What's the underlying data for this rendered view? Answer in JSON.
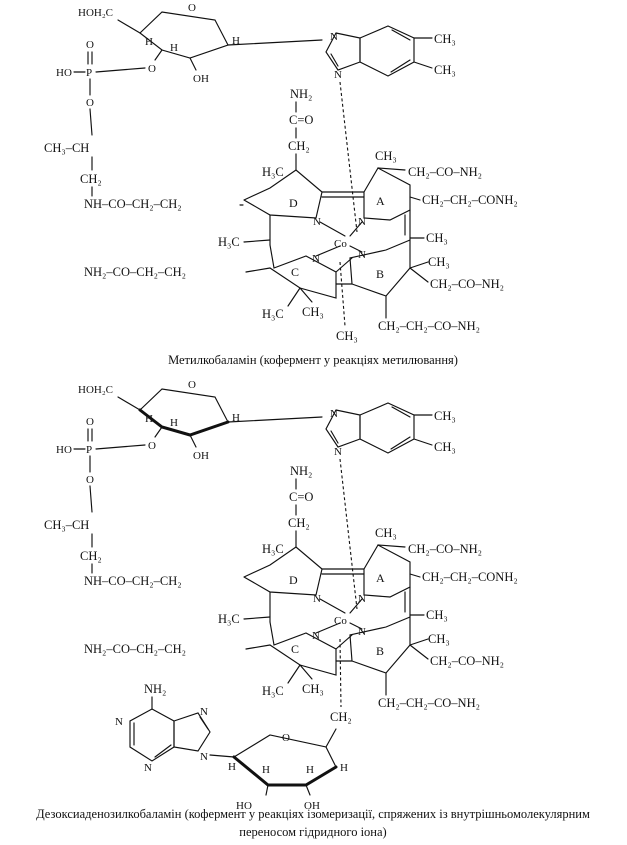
{
  "diagrams": [
    {
      "caption": "Метилкобаламін (кофермент у реакціях метилювання)",
      "sugar": {
        "hoch2": "HOH₂C",
        "h1": "H",
        "h2": "H",
        "h3": "H",
        "oh": "OH",
        "ring_o": "O",
        "link_o": "O"
      },
      "phosphate": {
        "o_top": "O",
        "ho": "HO",
        "p": "P",
        "o_mid": "O"
      },
      "aminopropanol": {
        "ch3ch": "CH₃–CH",
        "ch2": "CH₂",
        "nh_chain": "NH–CO–CH₂–CH₂"
      },
      "benzimidazole": {
        "n_top": "N",
        "n_bottom": "N",
        "ch3_a": "CH₃",
        "ch3_b": "CH₃"
      },
      "corrin": {
        "nh2_top": "NH₂",
        "co_top": "C=O",
        "ch2_top": "CH₂",
        "h3c_d": "H₃C",
        "ring_d": "D",
        "ring_a": "A",
        "ring_b": "B",
        "ring_c": "C",
        "ch3_a_top": "CH₃",
        "a_chain": "CH₂–CO–NH₂",
        "a_chain2": "CH₂–CH₂–CONH₂",
        "h3c_left": "H₃C",
        "ch3_right": "CH₃",
        "co": "Co",
        "n1": "N",
        "n2": "N",
        "n3": "N",
        "n4": "N",
        "c_chain": "NH₂–CO–CH₂–CH₂",
        "ch3_b": "CH₃",
        "b_chain": "CH₂–CO–NH₂",
        "h3c_bottom": "H₃C",
        "ch3_bottom": "CH₃",
        "b_chain2": "CH₂–CH₂–CO–NH₂",
        "axial": "CH₃"
      }
    },
    {
      "caption": "Дезоксиаденозилкобаламін (кофермент у реакціях ізомеризації, спряжених із внутрішньомолекулярним переносом гідридного іона)",
      "caption_line1": "Дезоксиаденозилкобаламін (кофермент у реакціях ізомеризації, спряжених із внутрішньомолекулярним",
      "caption_line2": "переносом гідридного іона)",
      "sugar": {
        "hoch2": "HOH₂C",
        "h1": "H",
        "h2": "H",
        "h3": "H",
        "oh": "OH",
        "ring_o": "O",
        "link_o": "O"
      },
      "phosphate": {
        "o_top": "O",
        "ho": "HO",
        "p": "P",
        "o_mid": "O"
      },
      "aminopropanol": {
        "ch3ch": "CH₃–CH",
        "ch2": "CH₂",
        "nh_chain": "NH–CO–CH₂–CH₂"
      },
      "benzimidazole": {
        "n_top": "N",
        "n_bottom": "N",
        "ch3_a": "CH₃",
        "ch3_b": "CH₃"
      },
      "corrin": {
        "nh2_top": "NH₂",
        "co_top": "C=O",
        "ch2_top": "CH₂",
        "h3c_d": "H₃C",
        "ring_d": "D",
        "ring_a": "A",
        "ring_b": "B",
        "ring_c": "C",
        "ch3_a_top": "CH₃",
        "a_chain": "CH₂–CO–NH₂",
        "a_chain2": "CH₂–CH₂–CONH₂",
        "h3c_left": "H₃C",
        "ch3_right": "CH₃",
        "co": "Co",
        "n1": "N",
        "n2": "N",
        "n3": "N",
        "n4": "N",
        "c_chain": "NH₂–CO–CH₂–CH₂",
        "ch3_b": "CH₃",
        "b_chain": "CH₂–CO–NH₂",
        "h3c_bottom": "H₃C",
        "ch3_bottom": "CH₃",
        "b_chain2": "CH₂–CH₂–CO–NH₂",
        "axial": "CH₂"
      },
      "adenosine": {
        "nh2": "NH₂",
        "n1": "N",
        "n3": "N",
        "n7": "N",
        "n9": "N",
        "h1": "H",
        "h2": "H",
        "h3": "H",
        "h4": "H",
        "ring_o": "O",
        "oh1": "HO",
        "oh2": "OH"
      }
    }
  ]
}
